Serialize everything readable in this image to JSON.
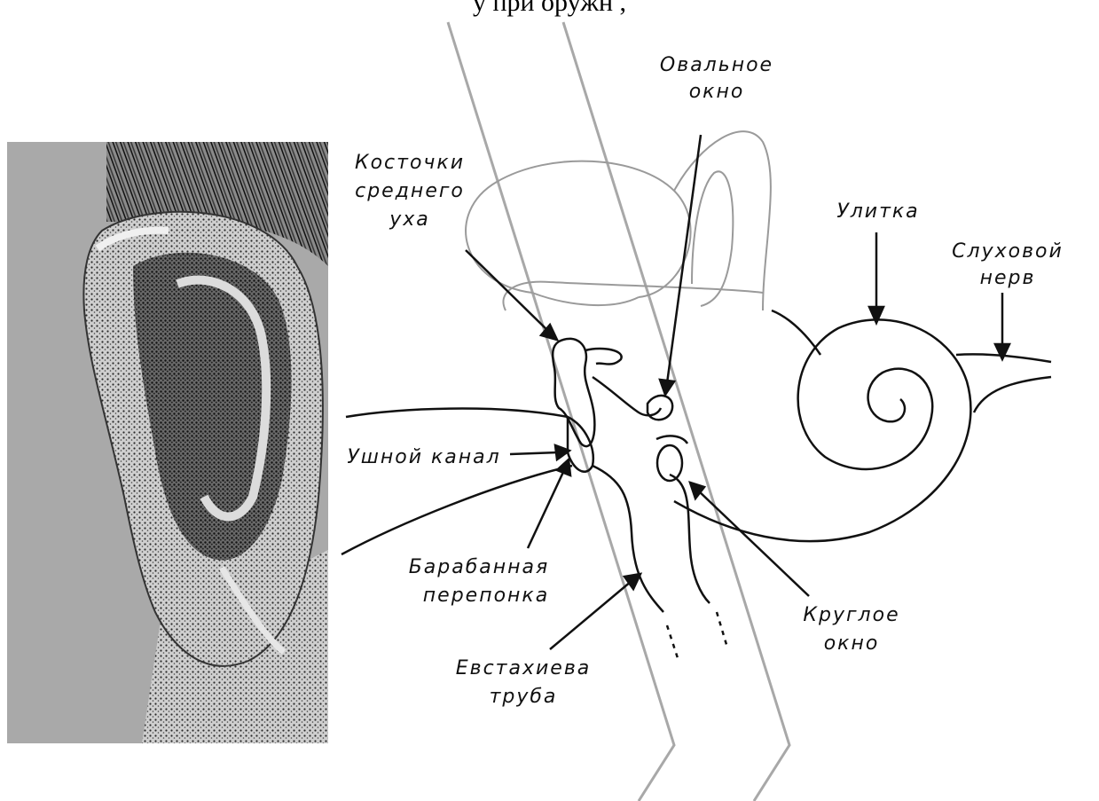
{
  "caption": "у при оружн          , ",
  "labels": {
    "oval_window_1": "Овальное",
    "oval_window_2": "окно",
    "ossicles_1": "Косточки",
    "ossicles_2": "среднего",
    "ossicles_3": "уха",
    "cochlea": "Улитка",
    "auditory_nerve_1": "Слуховой",
    "auditory_nerve_2": "нерв",
    "ear_canal": "Ушной канал",
    "eardrum_1": "Барабанная",
    "eardrum_2": "перепонка",
    "round_window_1": "Круглое",
    "round_window_2": "окно",
    "eustachian_1": "Евстахиева",
    "eustachian_2": "труба"
  },
  "colors": {
    "panel_gray": "#a9a9a9",
    "ink": "#111111",
    "guide_lines": "#a8a8a8",
    "labyrinth": "#9a9a9a"
  }
}
